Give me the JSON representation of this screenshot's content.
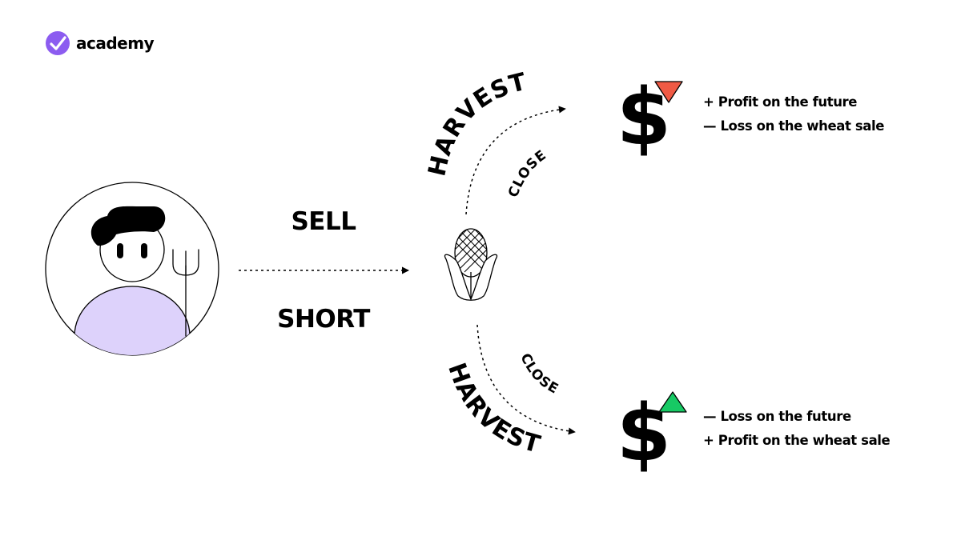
{
  "brand": {
    "name": "academy",
    "accent": "#8c5cf0"
  },
  "labels": {
    "sell": "SELL",
    "short": "SHORT"
  },
  "top_branch": {
    "arc_label": "HARVEST",
    "close_label": "CLOSE",
    "currency_symbol": "$",
    "trend": "down",
    "trend_color": "#f05a45",
    "lines": [
      "+ Profit on the future",
      "— Loss on the wheat sale"
    ]
  },
  "bottom_branch": {
    "arc_label": "HARVEST",
    "close_label": "CLOSE",
    "currency_symbol": "$",
    "trend": "up",
    "trend_color": "#17c964",
    "lines": [
      "— Loss on the future",
      "+ Profit on the wheat sale"
    ]
  },
  "farmer": {
    "shirt_color": "#ddd2fb"
  },
  "icons": {
    "logo": "checkmark-badge-icon",
    "farmer": "farmer-avatar-icon",
    "pitchfork": "pitchfork-icon",
    "crop": "corn-icon",
    "top_trend": "triangle-down-icon",
    "bottom_trend": "triangle-up-icon"
  }
}
